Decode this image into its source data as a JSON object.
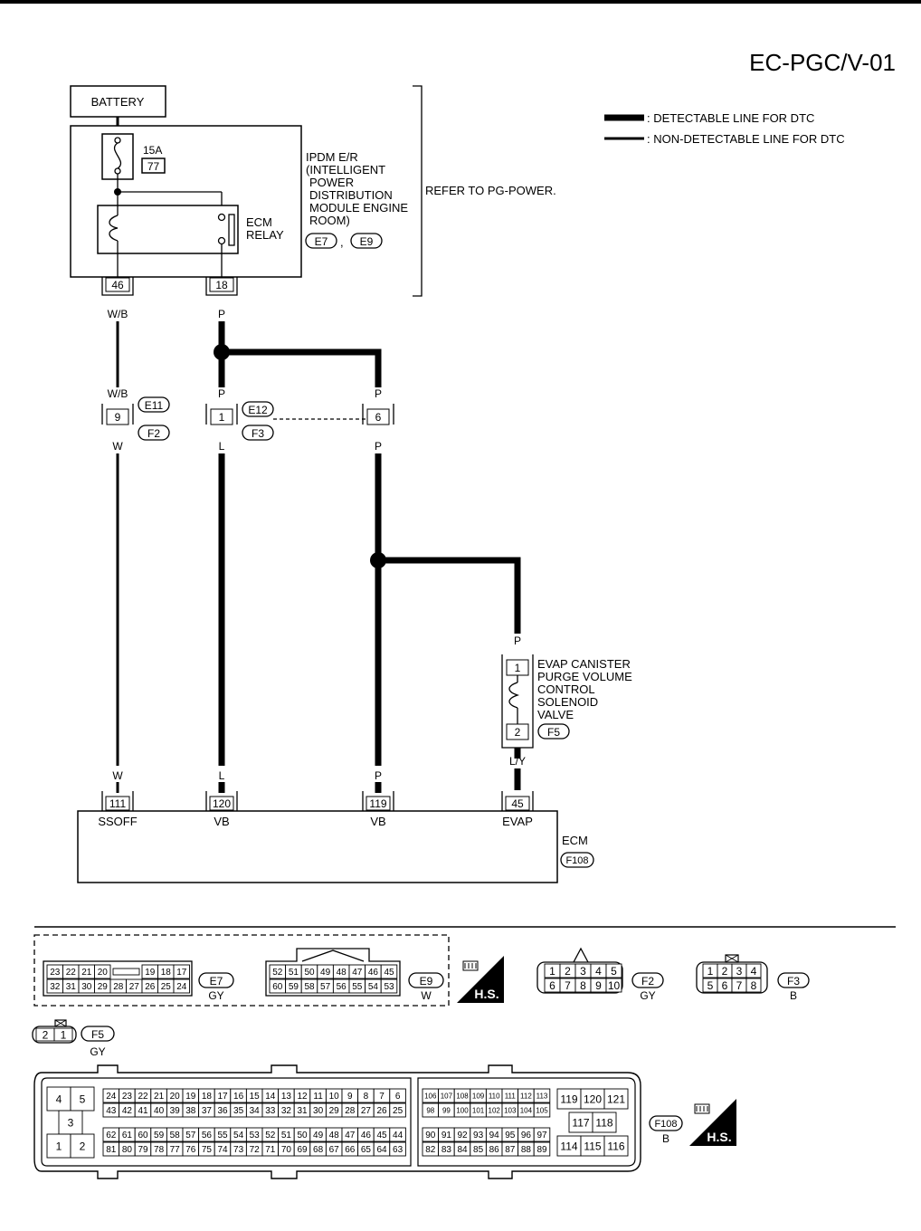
{
  "page_code": "EC-PGC/V-01",
  "legend": {
    "detectable": ": DETECTABLE LINE FOR DTC",
    "non_detectable": ": NON-DETECTABLE LINE FOR DTC"
  },
  "battery": "BATTERY",
  "fuse": {
    "amps": "15A",
    "number": "77"
  },
  "ipdm": {
    "lines": [
      "IPDM E/R",
      "(INTELLIGENT",
      "POWER",
      "DISTRIBUTION",
      "MODULE ENGINE",
      "ROOM)"
    ],
    "connectors": [
      "E7",
      "E9"
    ],
    "separator": ","
  },
  "refer": "REFER TO PG-POWER.",
  "ecm_relay": [
    "ECM",
    "RELAY"
  ],
  "ipdm_terminals": {
    "left": "46",
    "right": "18"
  },
  "wire_colors": {
    "wb_top": "W/B",
    "p_top": "P",
    "wb_mid": "W/B",
    "w_mid": "W",
    "p_left_mid": "P",
    "l_mid": "L",
    "p_right_mid_top": "P",
    "p_right_mid_bottom": "P",
    "p_evap": "P",
    "ly_evap": "L/Y",
    "w_bottom": "W",
    "l_bottom": "L",
    "p_bottom": "P"
  },
  "junctions": {
    "e11": "E11",
    "f2": "F2",
    "e12": "E12",
    "f3": "F3",
    "term_9": "9",
    "term_1": "1",
    "term_6": "6"
  },
  "evap_valve": {
    "lines": [
      "EVAP CANISTER",
      "PURGE VOLUME",
      "CONTROL",
      "SOLENOID",
      "VALVE"
    ],
    "term_top": "1",
    "term_bottom": "2",
    "connector": "F5"
  },
  "ecm": {
    "label": "ECM",
    "connector": "F108",
    "terminals": [
      {
        "num": "111",
        "name": "SSOFF"
      },
      {
        "num": "120",
        "name": "VB"
      },
      {
        "num": "119",
        "name": "VB"
      },
      {
        "num": "45",
        "name": "EVAP"
      }
    ]
  },
  "connectors_bottom": {
    "e7": {
      "code": "E7",
      "color": "GY",
      "row1": [
        "23",
        "22",
        "21",
        "20",
        "",
        "19",
        "18",
        "17"
      ],
      "row2": [
        "32",
        "31",
        "30",
        "29",
        "28",
        "27",
        "26",
        "25",
        "24"
      ]
    },
    "e9": {
      "code": "E9",
      "color": "W",
      "row1": [
        "52",
        "51",
        "50",
        "49",
        "48",
        "47",
        "46",
        "45"
      ],
      "row2": [
        "60",
        "59",
        "58",
        "57",
        "56",
        "55",
        "54",
        "53"
      ]
    },
    "hs_label": "H.S.",
    "f2": {
      "code": "F2",
      "color": "GY",
      "row1": [
        "1",
        "2",
        "3",
        "4",
        "5"
      ],
      "row2": [
        "6",
        "7",
        "8",
        "9",
        "10"
      ]
    },
    "f3": {
      "code": "F3",
      "color": "B",
      "row1": [
        "1",
        "2",
        "3",
        "4"
      ],
      "row2": [
        "5",
        "6",
        "7",
        "8"
      ]
    },
    "f5": {
      "code": "F5",
      "color": "GY",
      "row1": [
        "2",
        "1"
      ]
    },
    "f108": {
      "code": "F108",
      "color": "B",
      "left": [
        "4",
        "5",
        "3",
        "1",
        "2"
      ],
      "a_row1": [
        "24",
        "23",
        "22",
        "21",
        "20",
        "19",
        "18",
        "17",
        "16",
        "15",
        "14",
        "13",
        "12",
        "11",
        "10",
        "9",
        "8",
        "7",
        "6"
      ],
      "a_row2": [
        "43",
        "42",
        "41",
        "40",
        "39",
        "38",
        "37",
        "36",
        "35",
        "34",
        "33",
        "32",
        "31",
        "30",
        "29",
        "28",
        "27",
        "26",
        "25"
      ],
      "a_row3": [
        "62",
        "61",
        "60",
        "59",
        "58",
        "57",
        "56",
        "55",
        "54",
        "53",
        "52",
        "51",
        "50",
        "49",
        "48",
        "47",
        "46",
        "45",
        "44"
      ],
      "a_row4": [
        "81",
        "80",
        "79",
        "78",
        "77",
        "76",
        "75",
        "74",
        "73",
        "72",
        "71",
        "70",
        "69",
        "68",
        "67",
        "66",
        "65",
        "64",
        "63"
      ],
      "b_row1": [
        "106",
        "107",
        "108",
        "109",
        "110",
        "111",
        "112",
        "113"
      ],
      "b_row2": [
        "98",
        "99",
        "100",
        "101",
        "102",
        "103",
        "104",
        "105"
      ],
      "b_row3": [
        "90",
        "91",
        "92",
        "93",
        "94",
        "95",
        "96",
        "97"
      ],
      "b_row4": [
        "82",
        "83",
        "84",
        "85",
        "86",
        "87",
        "88",
        "89"
      ],
      "c_row1": [
        "119",
        "120",
        "121"
      ],
      "c_row2": [
        "117",
        "118"
      ],
      "c_row3": [
        "114",
        "115",
        "116"
      ]
    }
  }
}
